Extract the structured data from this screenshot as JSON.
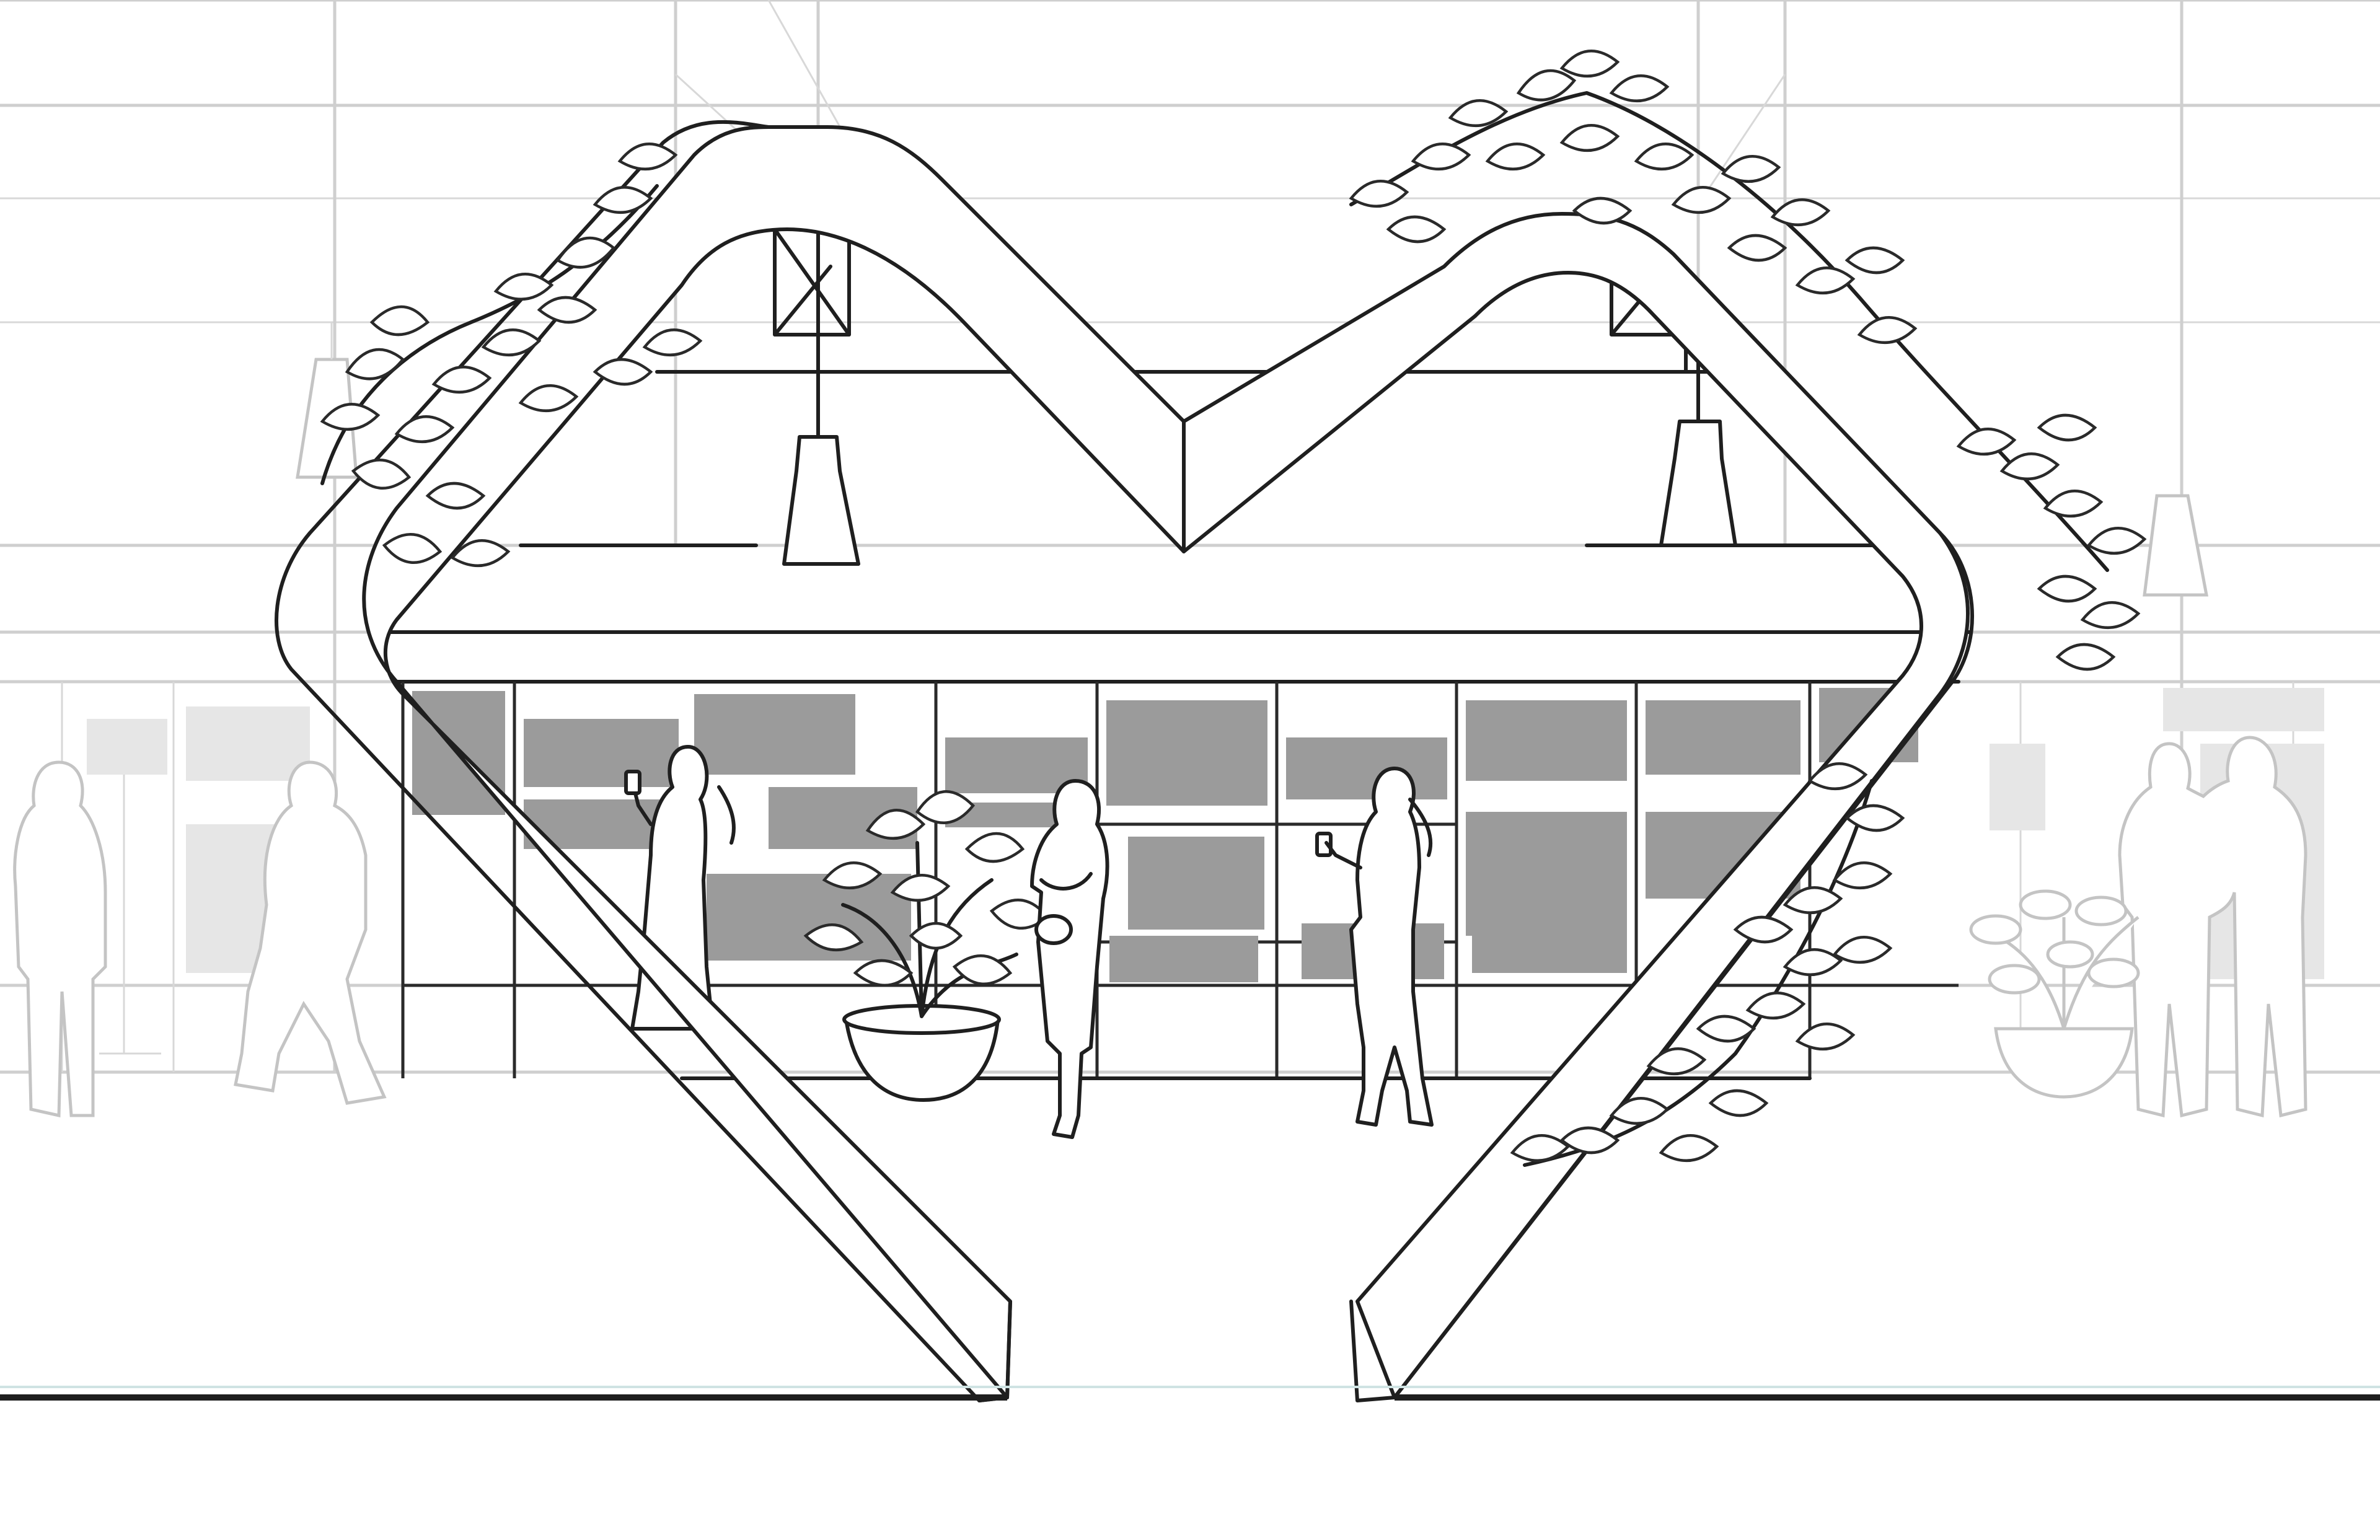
{
  "scene": {
    "type": "architectural-line-sketch",
    "subject": "heart-shaped-arch",
    "colors": {
      "background": "#ffffff",
      "ink": "#1f1f1f",
      "ghost_lines": "#cfcfcf",
      "shelf_fill": "#9b9b9b"
    },
    "elements": [
      "heart-arch",
      "ivy-garland",
      "pendant-lamp",
      "store-shelving",
      "potted-plant",
      "people-figures",
      "background-ghost-figures",
      "floor-line"
    ]
  }
}
